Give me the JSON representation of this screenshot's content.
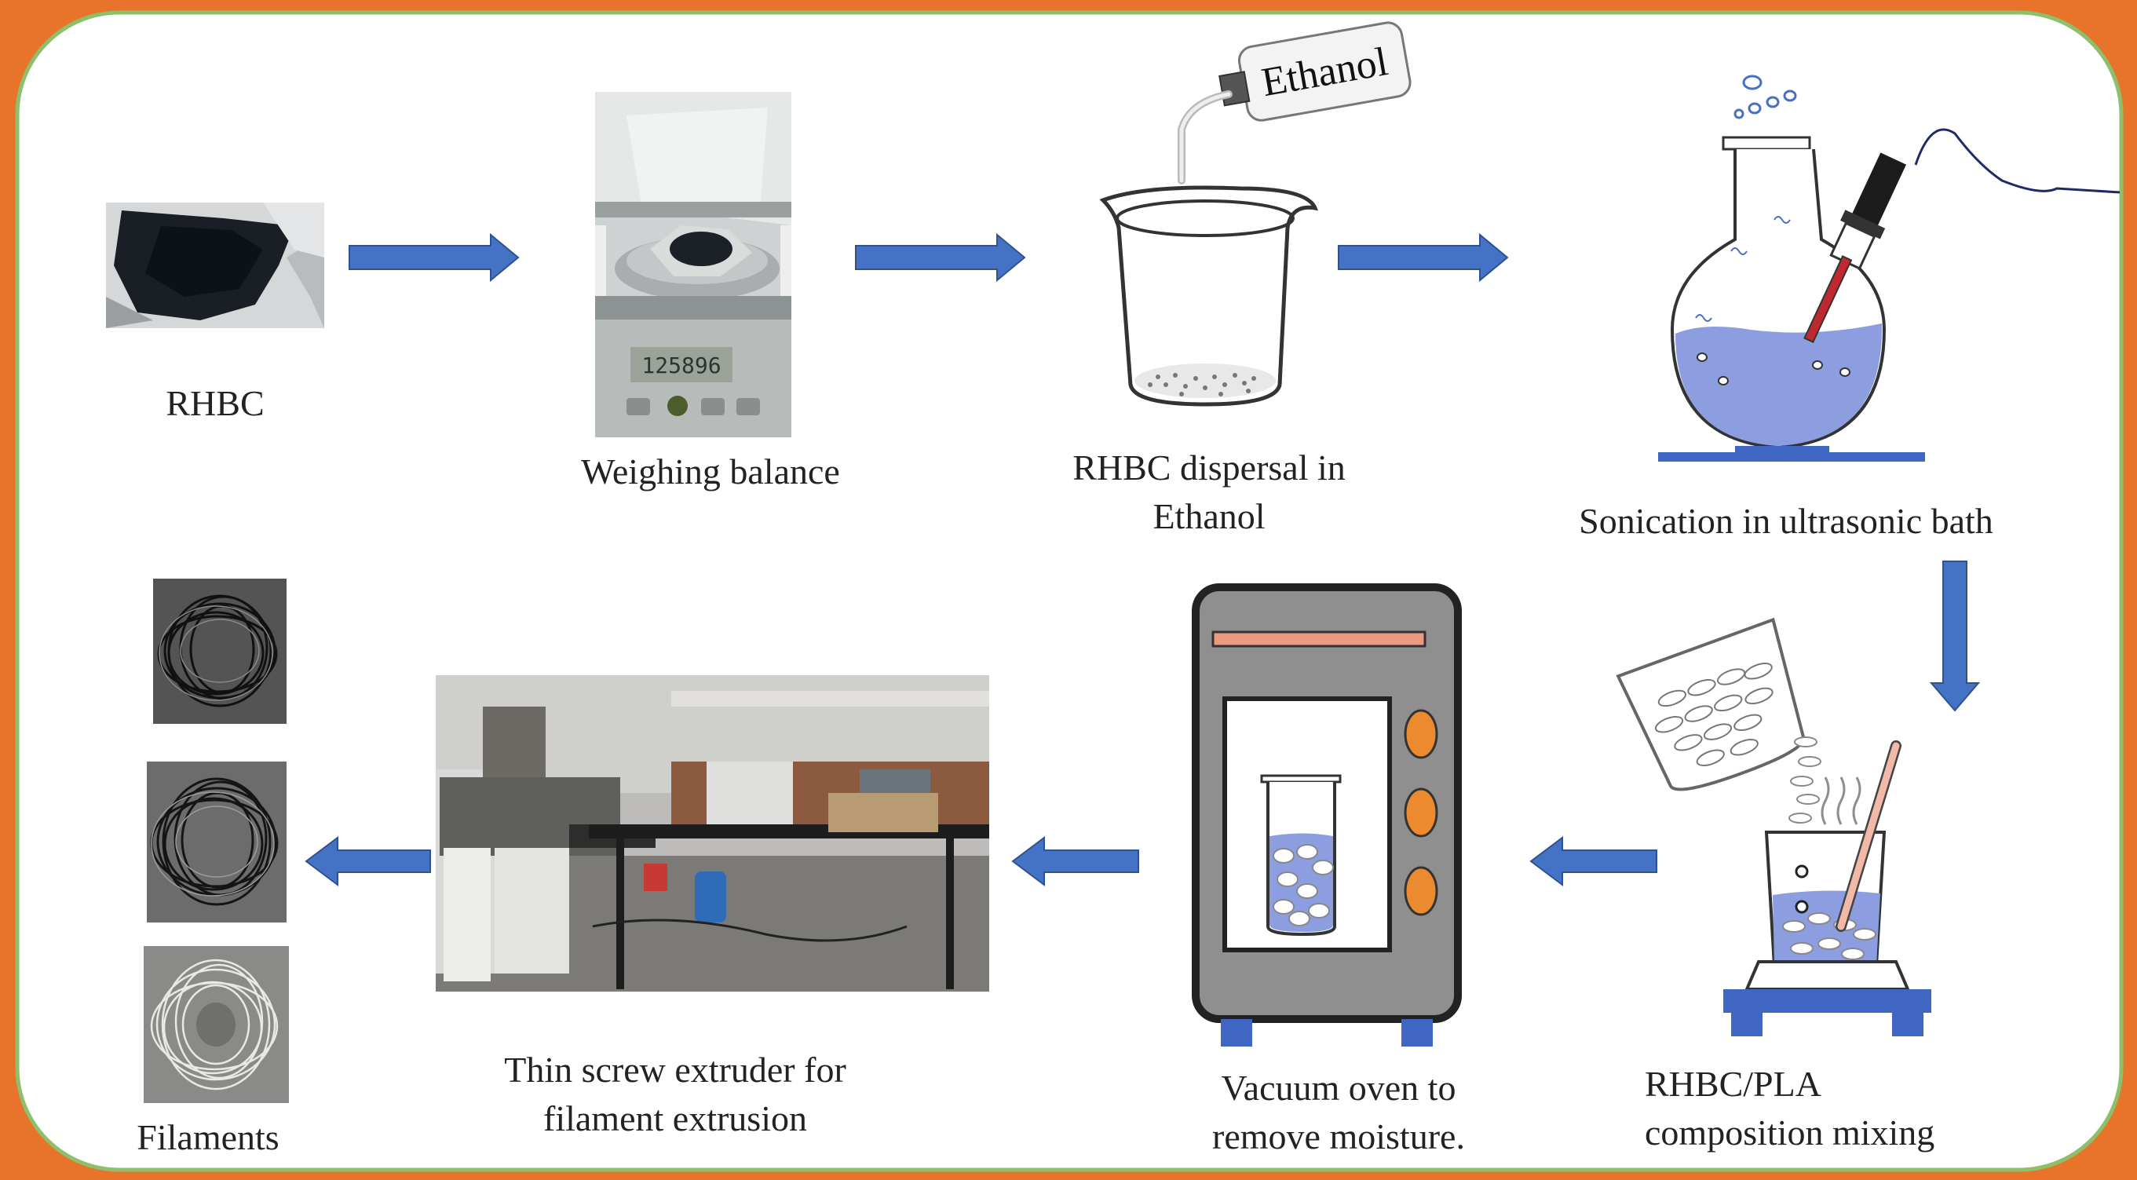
{
  "colors": {
    "border_orange": "#e8732b",
    "frame_green": "#8ec06c",
    "arrow_blue": "#4472c4",
    "liquid_blue": "#8c9ee0",
    "oven_orange": "#ec8a30",
    "stand_blue": "#3e66c2"
  },
  "steps": {
    "rhbc": "RHBC",
    "weighing": "Weighing balance",
    "dispersal_line1": "RHBC dispersal in",
    "dispersal_line2": "Ethanol",
    "sonication": "Sonication in ultrasonic bath",
    "mixing_line1": "RHBC/PLA",
    "mixing_line2": "composition mixing",
    "oven_line1": "Vacuum oven to",
    "oven_line2": "remove moisture.",
    "extruder_line1": "Thin screw extruder for",
    "extruder_line2": "filament extrusion",
    "filaments": "Filaments"
  },
  "ethanol_bottle_label": "Ethanol",
  "balance_display": "125896"
}
